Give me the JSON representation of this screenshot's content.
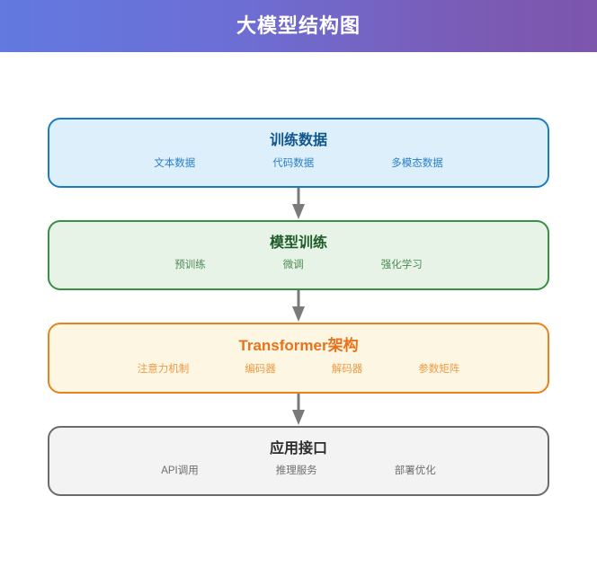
{
  "header": {
    "title": "大模型结构图",
    "gradient_from": "#6279e0",
    "gradient_to": "#7d55ad"
  },
  "diagram": {
    "connector_color": "#7a7a7a",
    "stages": [
      {
        "key": "training-data",
        "title": "训练数据",
        "items": [
          "文本数据",
          "代码数据",
          "多模态数据"
        ],
        "fill": "#ddeffb",
        "border": "#1a7dc4",
        "title_color": "#10568f",
        "item_color": "#2a7fc9"
      },
      {
        "key": "model-training",
        "title": "模型训练",
        "items": [
          "预训练",
          "微调",
          "强化学习"
        ],
        "fill": "#e8f3e8",
        "border": "#3a8f45",
        "title_color": "#1d5b28",
        "item_color": "#4b8a53"
      },
      {
        "key": "transformer-architecture",
        "title": "Transformer架构",
        "items": [
          "注意力机制",
          "编码器",
          "解码器",
          "参数矩阵"
        ],
        "fill": "#fdf6e3",
        "border": "#e8821e",
        "title_color": "#e8721a",
        "item_color": "#ee9a44"
      },
      {
        "key": "application-interface",
        "title": "应用接口",
        "items": [
          "API调用",
          "推理服务",
          "部署优化"
        ],
        "fill": "#f3f3f3",
        "border": "#6b6b6b",
        "title_color": "#2e2e2e",
        "item_color": "#6f6f6f"
      }
    ]
  }
}
